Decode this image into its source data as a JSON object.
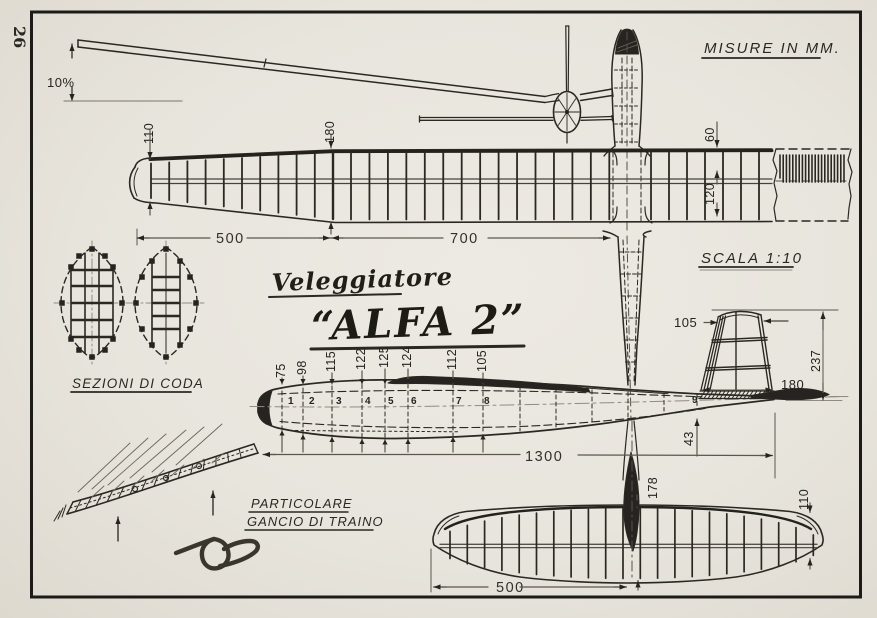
{
  "page": {
    "number": "26",
    "units_note": "MISURE IN MM.",
    "scale_note": "SCALA 1:10"
  },
  "title": {
    "kicker": "Veleggiatore",
    "name": "“ALFA 2”"
  },
  "captions": {
    "tail_sections": "SEZIONI DI CODA",
    "tow_hook_line1": "PARTICOLARE",
    "tow_hook_line2": "GANCIO DI TRAINO"
  },
  "dims": {
    "dihedral": "10%",
    "wing_tip_chord": "110",
    "wing_chord_break": "180",
    "wing_le_to_spar": "60",
    "wing_spar_to_te": "120",
    "wing_outer_panel": "500",
    "wing_inner_panel": "700",
    "fuselage_heights": [
      "75",
      "98",
      "115",
      "122",
      "125",
      "124",
      "112",
      "105"
    ],
    "station_numbers": [
      "1",
      "2",
      "3",
      "4",
      "5",
      "6",
      "7",
      "8",
      "9"
    ],
    "fin_tip_chord": "105",
    "fin_height": "237",
    "fin_root_chord": "180",
    "tail_boom_height": "43",
    "overall_length": "1300",
    "rudder_chord": "178",
    "stab_half_span": "500",
    "stab_tip_chord": "110"
  }
}
